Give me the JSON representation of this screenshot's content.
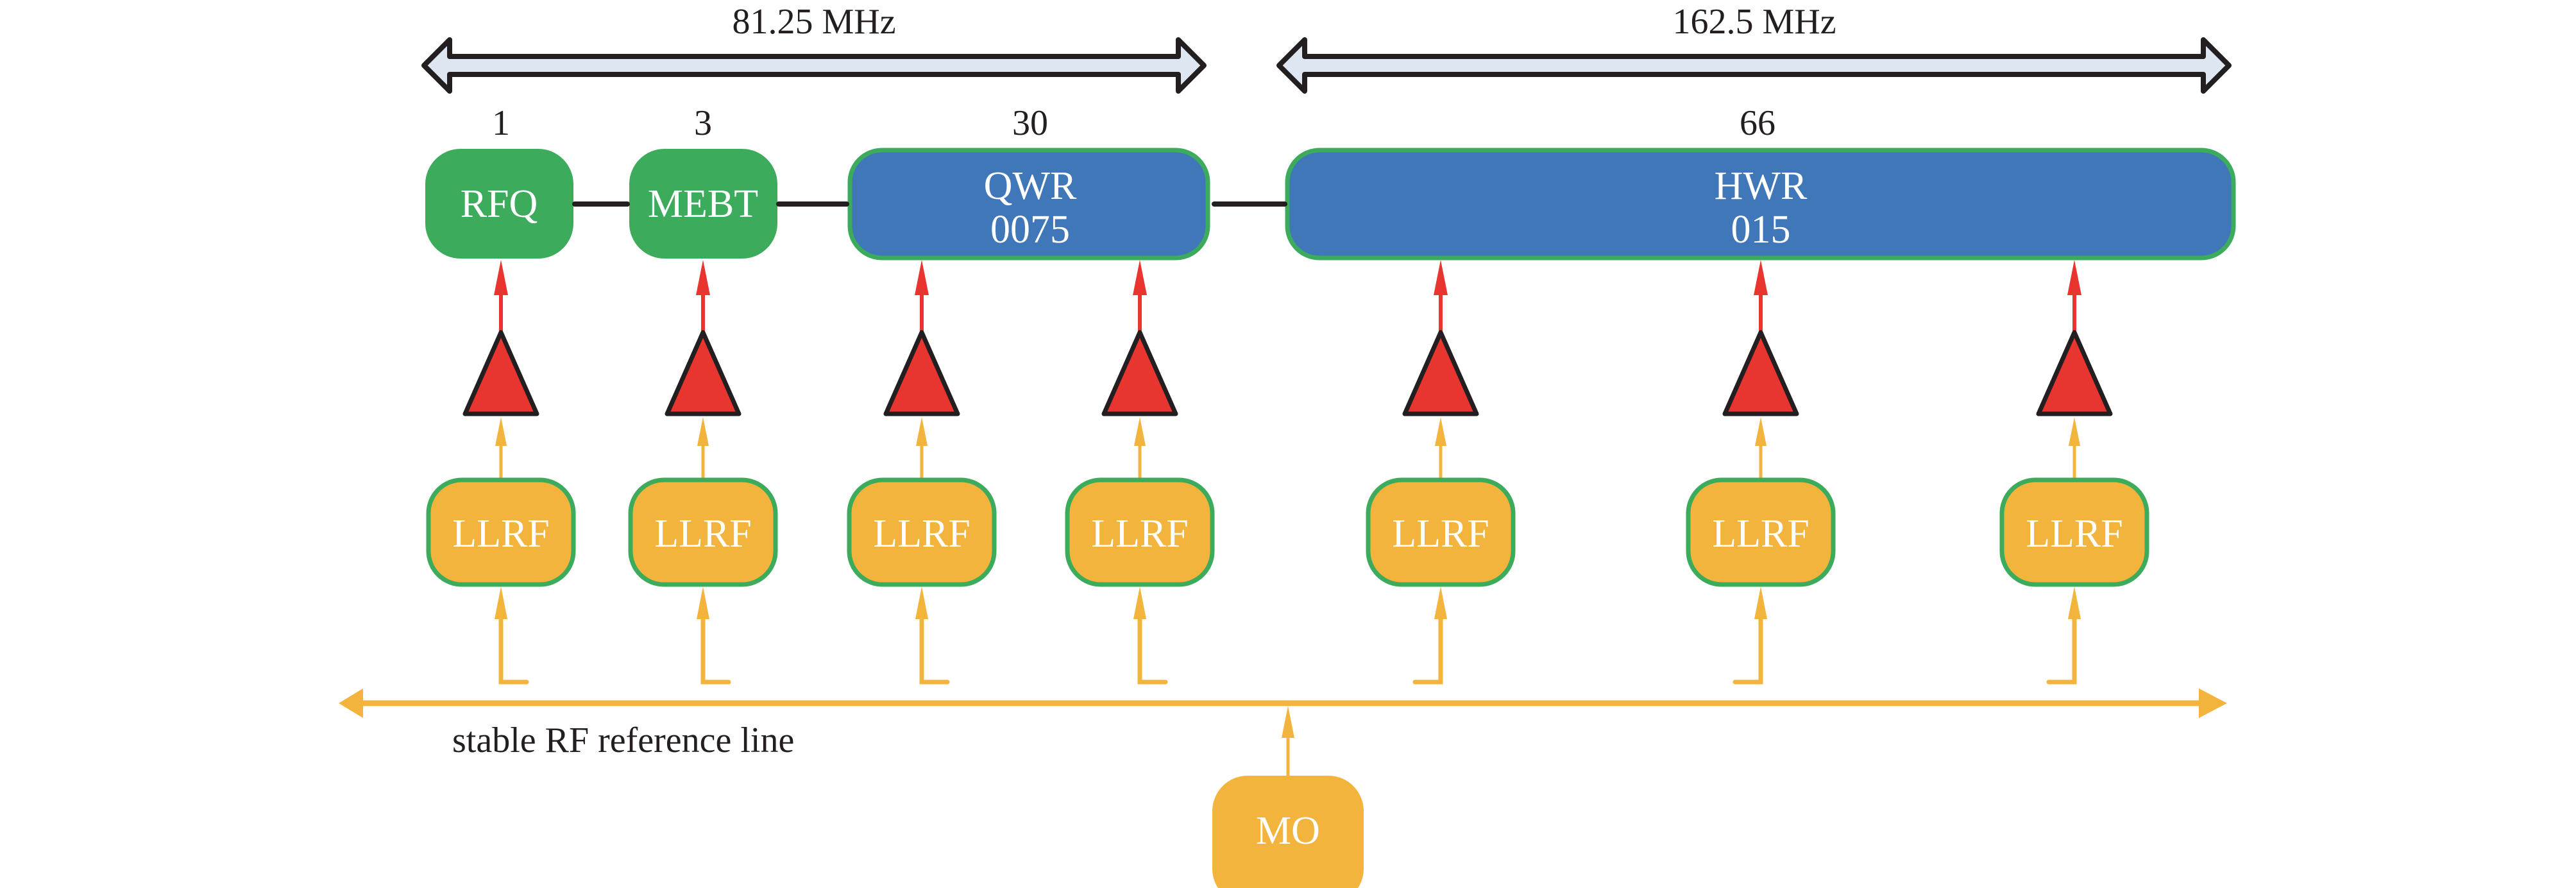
{
  "bands": [
    {
      "label": "81.25 MHz"
    },
    {
      "label": "162.5 MHz"
    }
  ],
  "sections": [
    {
      "count": "1",
      "name": "RFQ",
      "sub": "",
      "color": "#3dab5c"
    },
    {
      "count": "3",
      "name": "MEBT",
      "sub": "",
      "color": "#3dab5c"
    },
    {
      "count": "30",
      "name": "QWR",
      "sub": "0075",
      "color": "#3f77b9"
    },
    {
      "count": "66",
      "name": "HWR",
      "sub": "015",
      "color": "#3f77b9"
    }
  ],
  "llrf_label": "LLRF",
  "reference_line_label": "stable RF reference line",
  "mo_label": "MO",
  "colors": {
    "cavity_green": "#3dab5c",
    "cavity_blue": "#3f77b9",
    "llrf_orange": "#f2b43c",
    "amplifier_red": "#e83530",
    "band_fill": "#dde6f1",
    "outline": "#231f20"
  }
}
